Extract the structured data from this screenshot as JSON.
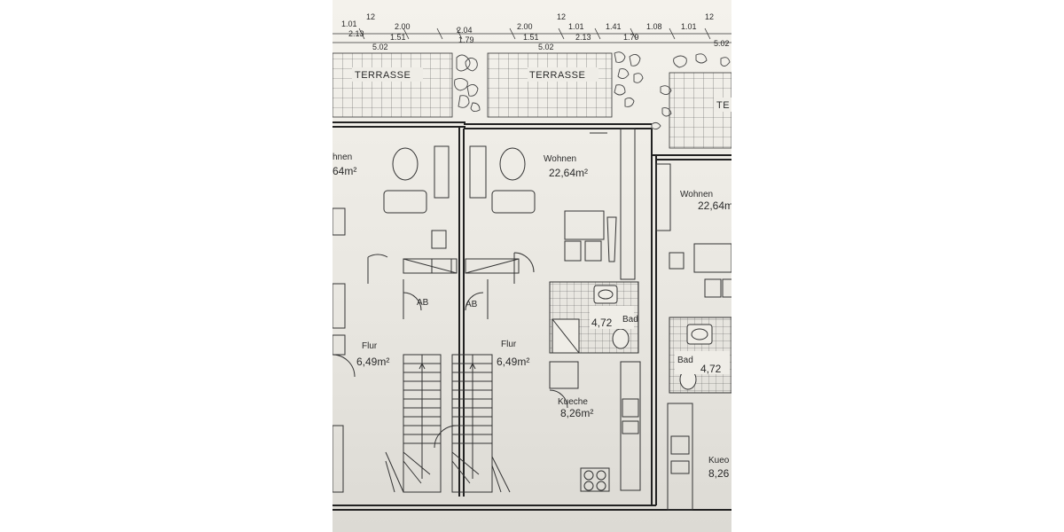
{
  "plan": {
    "dimensions_top": [
      "1.01",
      "12",
      "2.00",
      "2.13",
      "1.51",
      "5.02",
      "2.04",
      "1.79",
      "2.00",
      "1.51",
      "5.02",
      "12",
      "1.01",
      "2.13",
      "1.41",
      "1.79",
      "1.08",
      "1.01",
      "12",
      "5.02"
    ],
    "terrace_label": "TERRASSE",
    "terrace_label_cut": "TE",
    "wohnen_left_area": "64m²",
    "wohnen_left_label": "hnen",
    "wohnen_label": "Wohnen",
    "wohnen_area": "22,64m²",
    "wohnen_right_area": "22,64m",
    "ab_label": "AB",
    "flur_label": "Flur",
    "flur_area": "6,49m²",
    "bad_label": "Bad",
    "bad_area": "4,72",
    "kueche_label": "Kueche",
    "kueche_area": "8,26m²",
    "kueche_right_label": "Kueo",
    "kueche_right_area": "8,26"
  }
}
